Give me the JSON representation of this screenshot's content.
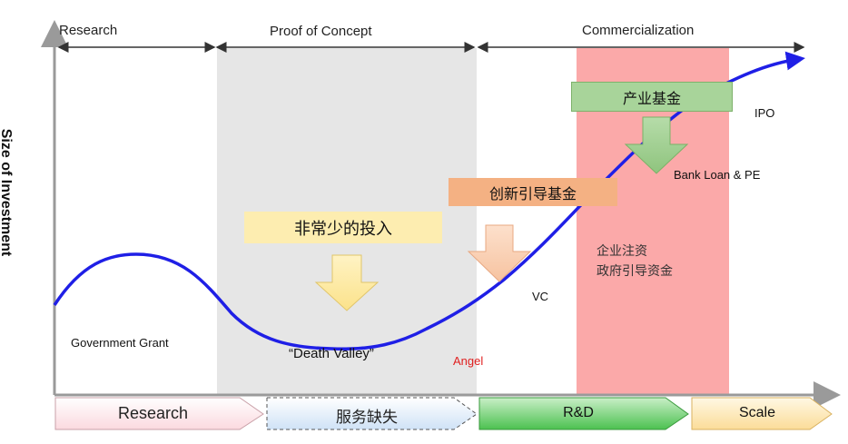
{
  "y_axis_label": "Size of Investment",
  "phases": {
    "research": "Research",
    "proof_of_concept": "Proof of Concept",
    "commercialization": "Commercialization"
  },
  "boxes": {
    "industry_fund": "产业基金",
    "innovation_fund": "创新引导基金",
    "small_investment": "非常少的投入"
  },
  "annotations": {
    "ipo": "IPO",
    "bank_loan_pe": "Bank Loan & PE",
    "enterprise_gov_line1": "企业注资",
    "enterprise_gov_line2": "政府引导资金",
    "vc": "VC",
    "government_grant": "Government Grant",
    "death_valley": "“Death Valley”",
    "angel": "Angel"
  },
  "bottom_stages": [
    {
      "label": "Research",
      "fill": "#fde6ea"
    },
    {
      "label": "服务缺失",
      "fill": "#ddebf8"
    },
    {
      "label": "R&D",
      "fill": "#6fcf73"
    },
    {
      "label": "Scale",
      "fill": "#fde7b5"
    }
  ],
  "colors": {
    "curve": "#1f1fe6",
    "poc_region": "#e6e6e6",
    "commercial_region": "#fba9a9",
    "industry_fund_box": "#a8d49a",
    "innovation_fund_box": "#f4b183",
    "small_investment_box": "#fdedb0",
    "angel_text": "#e02020"
  }
}
